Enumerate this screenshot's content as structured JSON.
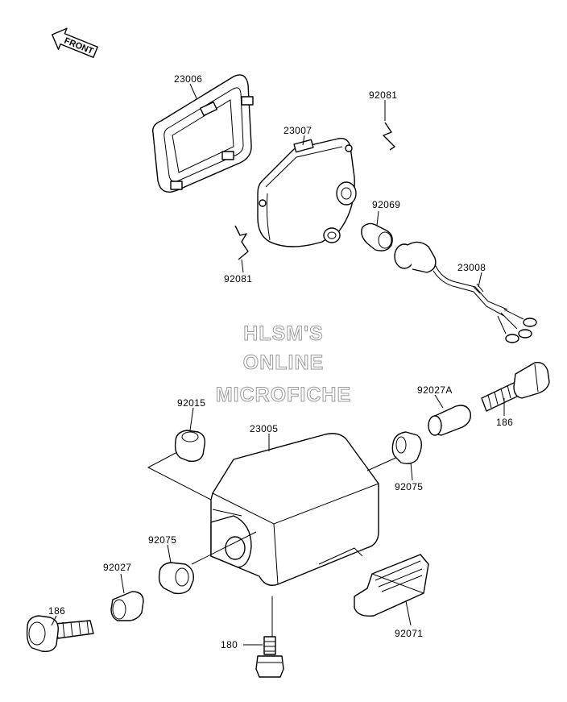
{
  "orientation": {
    "front_label": "FRONT"
  },
  "watermark": {
    "line1": "HLSM'S",
    "line2": "ONLINE",
    "line3": "MICROFICHE"
  },
  "part_numbers": {
    "p23006": "23006",
    "p23007": "23007",
    "p92081_top": "92081",
    "p92081_bottom": "92081",
    "p92069": "92069",
    "p23008": "23008",
    "p92027A": "92027A",
    "p186_right": "186",
    "p92015": "92015",
    "p23005": "23005",
    "p92075_right": "92075",
    "p92075_left": "92075",
    "p92027": "92027",
    "p186_left": "186",
    "p180": "180",
    "p92071": "92071"
  }
}
